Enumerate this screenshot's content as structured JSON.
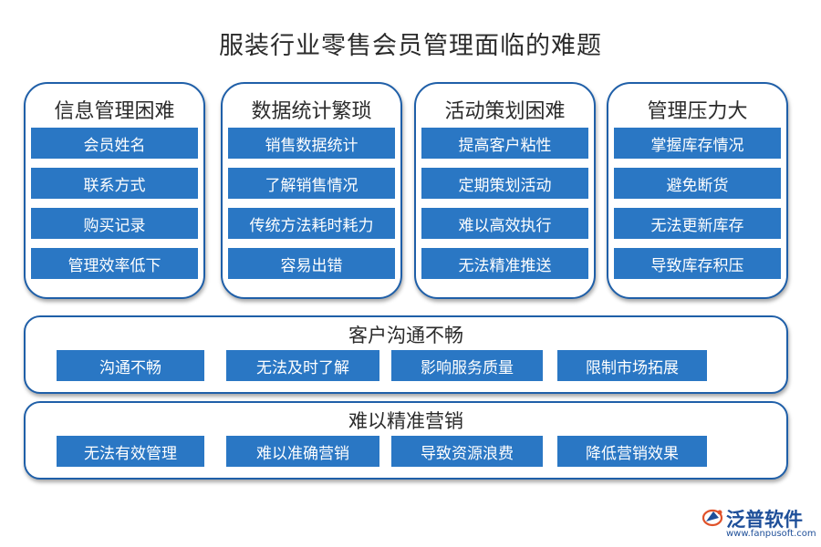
{
  "title": "服装行业零售会员管理面临的难题",
  "cards": [
    {
      "title": "信息管理困难",
      "items": [
        "会员姓名",
        "联系方式",
        "购买记录",
        "管理效率低下"
      ]
    },
    {
      "title": "数据统计繁琐",
      "items": [
        "销售数据统计",
        "了解销售情况",
        "传统方法耗时耗力",
        "容易出错"
      ]
    },
    {
      "title": "活动策划困难",
      "items": [
        "提高客户粘性",
        "定期策划活动",
        "难以高效执行",
        "无法精准推送"
      ]
    },
    {
      "title": "管理压力大",
      "items": [
        "掌握库存情况",
        "避免断货",
        "无法更新库存",
        "导致库存积压"
      ]
    }
  ],
  "banners": [
    {
      "title": "客户沟通不畅",
      "items": [
        "沟通不畅",
        "无法及时了解",
        "影响服务质量",
        "限制市场拓展"
      ]
    },
    {
      "title": "难以精准营销",
      "items": [
        "无法有效管理",
        "难以准确营销",
        "导致资源浪费",
        "降低营销效果"
      ]
    }
  ],
  "logo": {
    "name": "泛普软件",
    "url": "www.fanpusoft.com",
    "icon": "fanpu-logo-icon"
  },
  "colors": {
    "accent": "#2a77c4",
    "border": "#1f5fa8",
    "logo": "#1e4f99"
  }
}
